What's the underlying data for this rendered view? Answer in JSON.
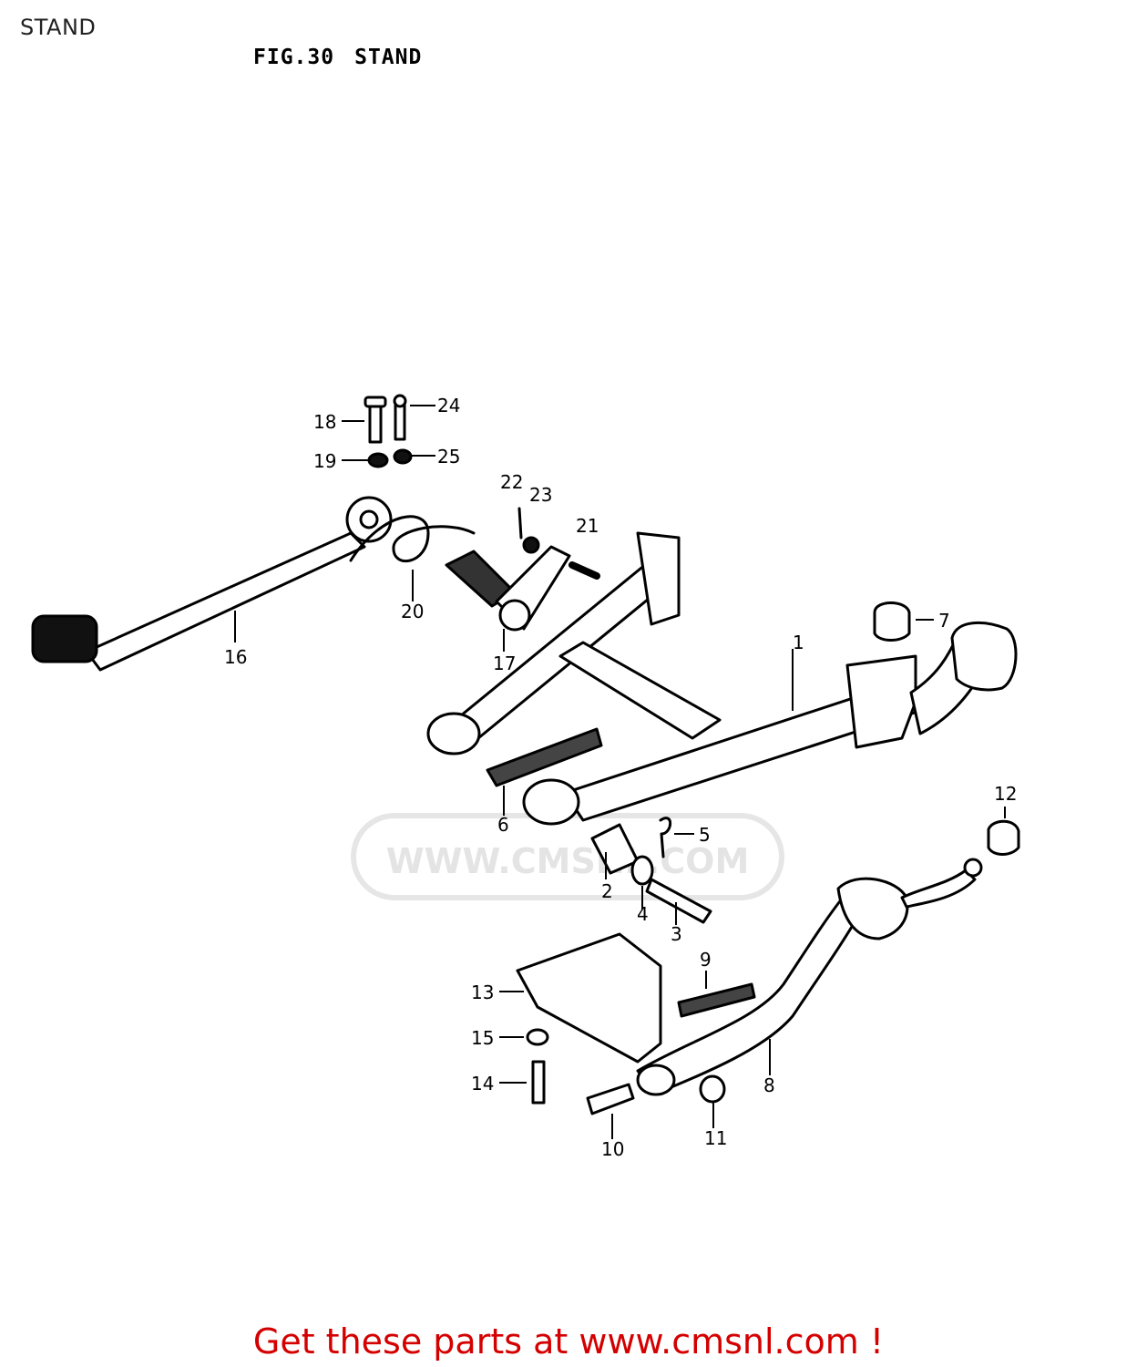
{
  "page_label": "STAND",
  "figure": {
    "number": "FIG.30",
    "name": "STAND"
  },
  "watermark": {
    "text": "WWW.CMSNL.COM",
    "color": "#e4e4e4"
  },
  "callouts": [
    "1",
    "2",
    "3",
    "4",
    "5",
    "6",
    "6",
    "7",
    "8",
    "9",
    "10",
    "11",
    "12",
    "13",
    "14",
    "15",
    "16",
    "17",
    "18",
    "19",
    "20",
    "21",
    "22",
    "23",
    "24",
    "25"
  ],
  "footer": {
    "text": "Get these parts at www.cmsnl.com !",
    "color": "#d40000"
  }
}
